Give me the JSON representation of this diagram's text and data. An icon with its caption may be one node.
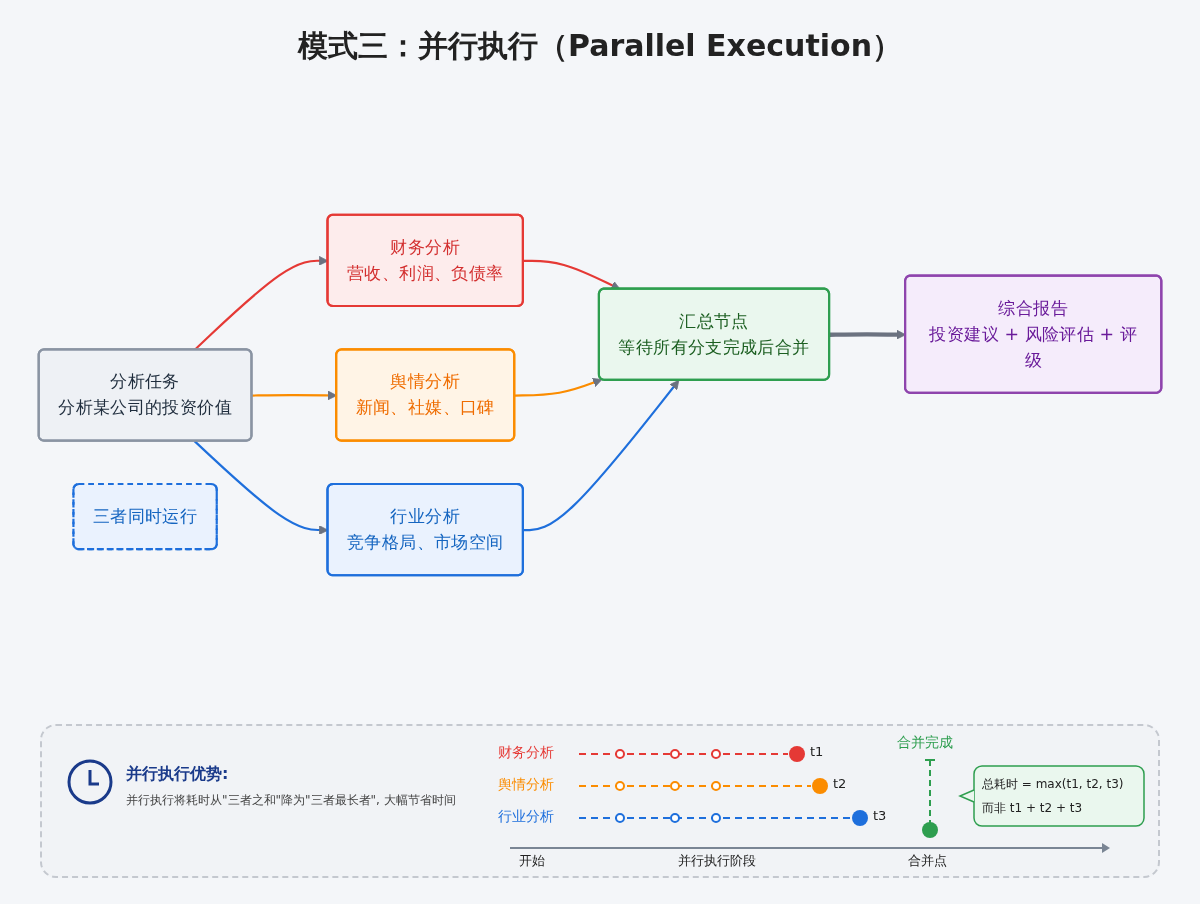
{
  "diagram": {
    "title": "模式三：并行执行（Parallel Execution）",
    "nodes": [
      {
        "text": [
          "分析任务",
          "分析某公司的投资价值"
        ]
      },
      {
        "text": [
          "财务分析",
          "营收、利润、负债率"
        ]
      },
      {
        "text": [
          "舆情分析",
          "新闻、社媒、口碑"
        ]
      },
      {
        "text": [
          "行业分析",
          "竞争格局、市场空间"
        ]
      },
      {
        "text": [
          "汇总节点",
          "等待所有分支完成后合并"
        ]
      },
      {
        "text": [
          "综合报告",
          "投资建议 + 风险评估 + 评级"
        ]
      },
      {
        "text": [
          "三者同时运行"
        ]
      }
    ],
    "edges": [
      {
        "from": 0,
        "to": 1,
        "arrow": "to",
        "color": "#e53935"
      },
      {
        "from": 0,
        "to": 2,
        "arrow": "to",
        "color": "#fb8c00"
      },
      {
        "from": 0,
        "to": 3,
        "arrow": "to",
        "color": "#1e6fdc"
      },
      {
        "from": 1,
        "to": 4,
        "arrow": "to",
        "color": "#e53935"
      },
      {
        "from": 2,
        "to": 4,
        "arrow": "to",
        "color": "#fb8c00"
      },
      {
        "from": 3,
        "to": 4,
        "arrow": "to",
        "color": "#1e6fdc"
      },
      {
        "from": 4,
        "to": 5,
        "arrow": "to",
        "style": "thick",
        "color": "#6b7280"
      }
    ],
    "labels": [
      "并行执行优势:",
      "并行执行将耗时从\"三者之和\"降为\"三者最长者\", 大幅节省时间",
      "财务分析",
      "t1",
      "舆情分析",
      "t2",
      "行业分析",
      "t3",
      "合并完成",
      "总耗时 = max(t1, t2, t3)",
      "而非 t1 + t2 + t3",
      "开始",
      "并行执行阶段",
      "合并点"
    ]
  }
}
